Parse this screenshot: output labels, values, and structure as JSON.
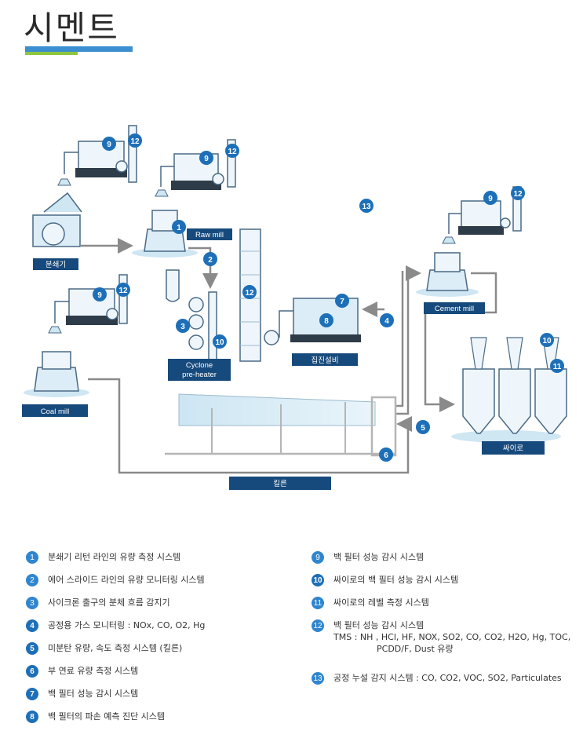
{
  "title": "시멘트",
  "labels": {
    "crusher": "분쇄기",
    "raw_mill": "Raw mill",
    "cyclone_l1": "Cyclone",
    "cyclone_l2": "pre-heater",
    "coal_mill": "Coal mill",
    "dust_collector": "집진설비",
    "cement_mill": "Cement mill",
    "silo": "싸이로",
    "kiln": "킬른"
  },
  "markers": [
    "1",
    "2",
    "3",
    "4",
    "5",
    "6",
    "7",
    "8",
    "9",
    "10",
    "11",
    "12",
    "13"
  ],
  "legend_left": [
    {
      "num": "1",
      "text": "분쇄기 리턴 라인의 유량 측정 시스템"
    },
    {
      "num": "2",
      "text": "에어 스라이드 라인의 유량 모니터링 시스템"
    },
    {
      "num": "3",
      "text": "사이크론 출구의 분체 흐름 감지기"
    },
    {
      "num": "4",
      "text": "공정용 가스 모니터링 : NOx, CO, O2, Hg"
    },
    {
      "num": "5",
      "text": "미분탄 유량, 속도 측정 시스템 (킬른)"
    },
    {
      "num": "6",
      "text": "부 연료 유량 측정 시스템"
    },
    {
      "num": "7",
      "text": "백 필터 성능 감시 시스템"
    },
    {
      "num": "8",
      "text": "백 필터의 파손 예측 진단 시스템"
    }
  ],
  "legend_right": [
    {
      "num": "9",
      "text": "백 필터 성능 감시 시스템"
    },
    {
      "num": "10",
      "text": "싸이로의 백 필터 성능 감시 시스템"
    },
    {
      "num": "11",
      "text": "싸이로의 레벨 측정 시스템"
    },
    {
      "num": "12",
      "text": "백 필터 성능 감시 시스템",
      "text2": "TMS : NH , HCl, HF, NOX, SO2, CO, CO2, H2O, Hg, TOC,",
      "text3": "PCDD/F, Dust 유량"
    },
    {
      "num": "13",
      "text": "공정 누설 감지 시스템 : CO, CO2, VOC, SO2, Particulates"
    }
  ],
  "colors": {
    "accent": "#1d6fb8",
    "label_bg": "#174a7c",
    "equip": "#dcedf7",
    "line": "#8a8a8a",
    "title_blue": "#3b8fd0",
    "title_green": "#8ec63f"
  }
}
